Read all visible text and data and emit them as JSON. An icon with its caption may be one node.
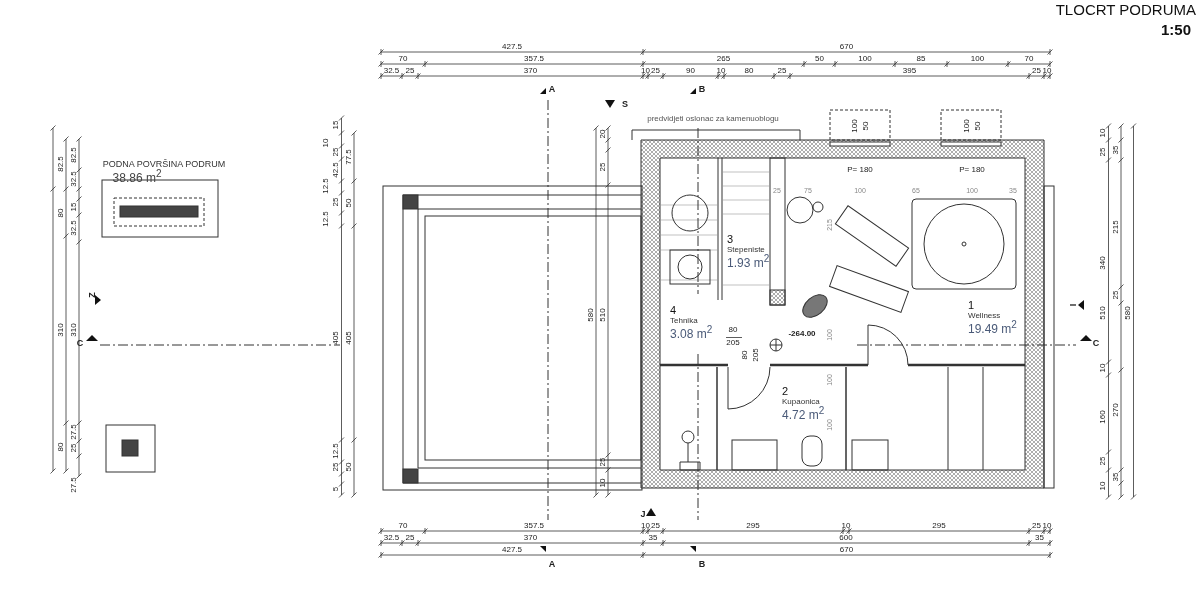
{
  "diagram": {
    "title": "TLOCRT PODRUMA",
    "nodes": [
      {
        "text": [
          "3",
          "Stepeniste",
          "1.93 m$^{2}$"
        ]
      },
      {
        "text": [
          "1",
          "Wellness",
          "19.49 m$^{2}$"
        ]
      },
      {
        "text": [
          "4",
          "Tehnika",
          "3.08 m$^{2}$"
        ]
      },
      {
        "text": [
          "2",
          "Kupaonica",
          "4.72 m$^{2}$"
        ]
      }
    ],
    "labels": [
      "1:50",
      "427.5",
      "670",
      "70",
      "357.5",
      "265",
      "50",
      "100",
      "85",
      "100",
      "70",
      "32.5",
      "25",
      "370",
      "10",
      "25",
      "90",
      "10",
      "80",
      "25",
      "395",
      "25",
      "10",
      "A",
      "B",
      "S",
      "predvidjeti oslonac za kamenuoblogu",
      "PODNA POVRŠINA PODRUM",
      "38.86 m$^{2}$",
      "100",
      "50",
      "100",
      "50",
      "P= 180",
      "P= 180",
      "25",
      "75",
      "100",
      "65",
      "100",
      "35",
      "82.5",
      "80",
      "310",
      "80",
      "82.5",
      "32.5",
      "15",
      "32.5",
      "310",
      "27.5",
      "25",
      "27.5",
      "15",
      "10",
      "25",
      "77.5",
      "42.5",
      "12.5",
      "25",
      "50",
      "12.5",
      "405",
      "405",
      "12.5",
      "25",
      "50",
      "5",
      "20",
      "25",
      "580",
      "510",
      "25",
      "10",
      "215",
      "100",
      "100",
      "100",
      "80",
      "205",
      "80",
      "205",
      "-264.00",
      "10",
      "25",
      "35",
      "215",
      "340",
      "25",
      "510",
      "580",
      "10",
      "270",
      "160",
      "25",
      "35",
      "10",
      "Z",
      "C",
      "I",
      "C",
      "J",
      "70",
      "357.5",
      "10",
      "25",
      "295",
      "10",
      "295",
      "25",
      "10",
      "32.5",
      "25",
      "370",
      "35",
      "600",
      "35",
      "427.5",
      "670",
      "A",
      "B"
    ]
  }
}
